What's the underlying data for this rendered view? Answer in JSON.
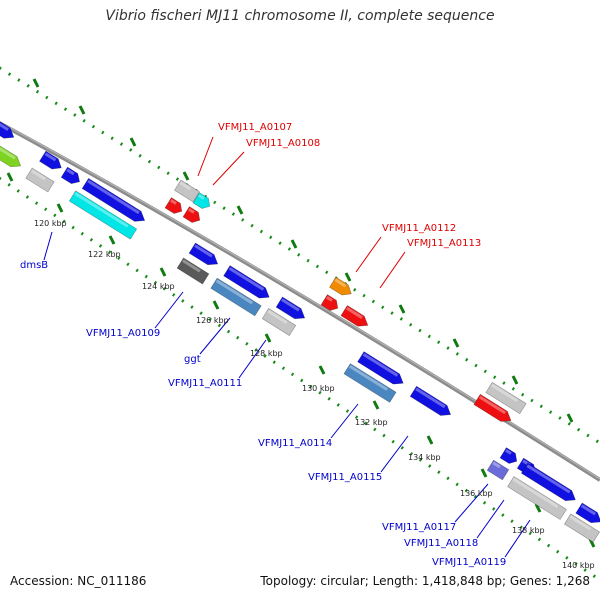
{
  "title": "Vibrio fischeri MJ11 chromosome II, complete sequence",
  "accession": "Accession: NC_011186",
  "summary": "Topology: circular; Length: 1,418,848 bp; Genes: 1,268",
  "colors": {
    "backbone": "#8c8c8c",
    "tick": "#1a8a1a",
    "gene_blue": "#1010e0",
    "gene_cyan": "#00e6e6",
    "gene_steel": "#4a86c0",
    "gene_gray": "#c4c4c4",
    "gene_dark": "#5a5a5a",
    "gene_red": "#ee1010",
    "gene_orange": "#f08a00",
    "gene_green": "#7ed321",
    "gene_purple": "#6a6ad8",
    "label_blue": "#0000cc",
    "label_red": "#dd0000"
  },
  "kbp_ticks": [
    "120 kbp",
    "122 kbp",
    "124 kbp",
    "126 kbp",
    "128 kbp",
    "130 kbp",
    "132 kbp",
    "134 kbp",
    "136 kbp",
    "138 kbp",
    "140 kbp"
  ],
  "gene_labels_top": [
    "VFMJ11_A0107",
    "VFMJ11_A0108",
    "VFMJ11_A0112",
    "VFMJ11_A0113"
  ],
  "gene_labels_bottom": [
    "dmsB",
    "VFMJ11_A0109",
    "ggt",
    "VFMJ11_A0111",
    "VFMJ11_A0114",
    "VFMJ11_A0115",
    "VFMJ11_A0117",
    "VFMJ11_A0118",
    "VFMJ11_A0119"
  ]
}
